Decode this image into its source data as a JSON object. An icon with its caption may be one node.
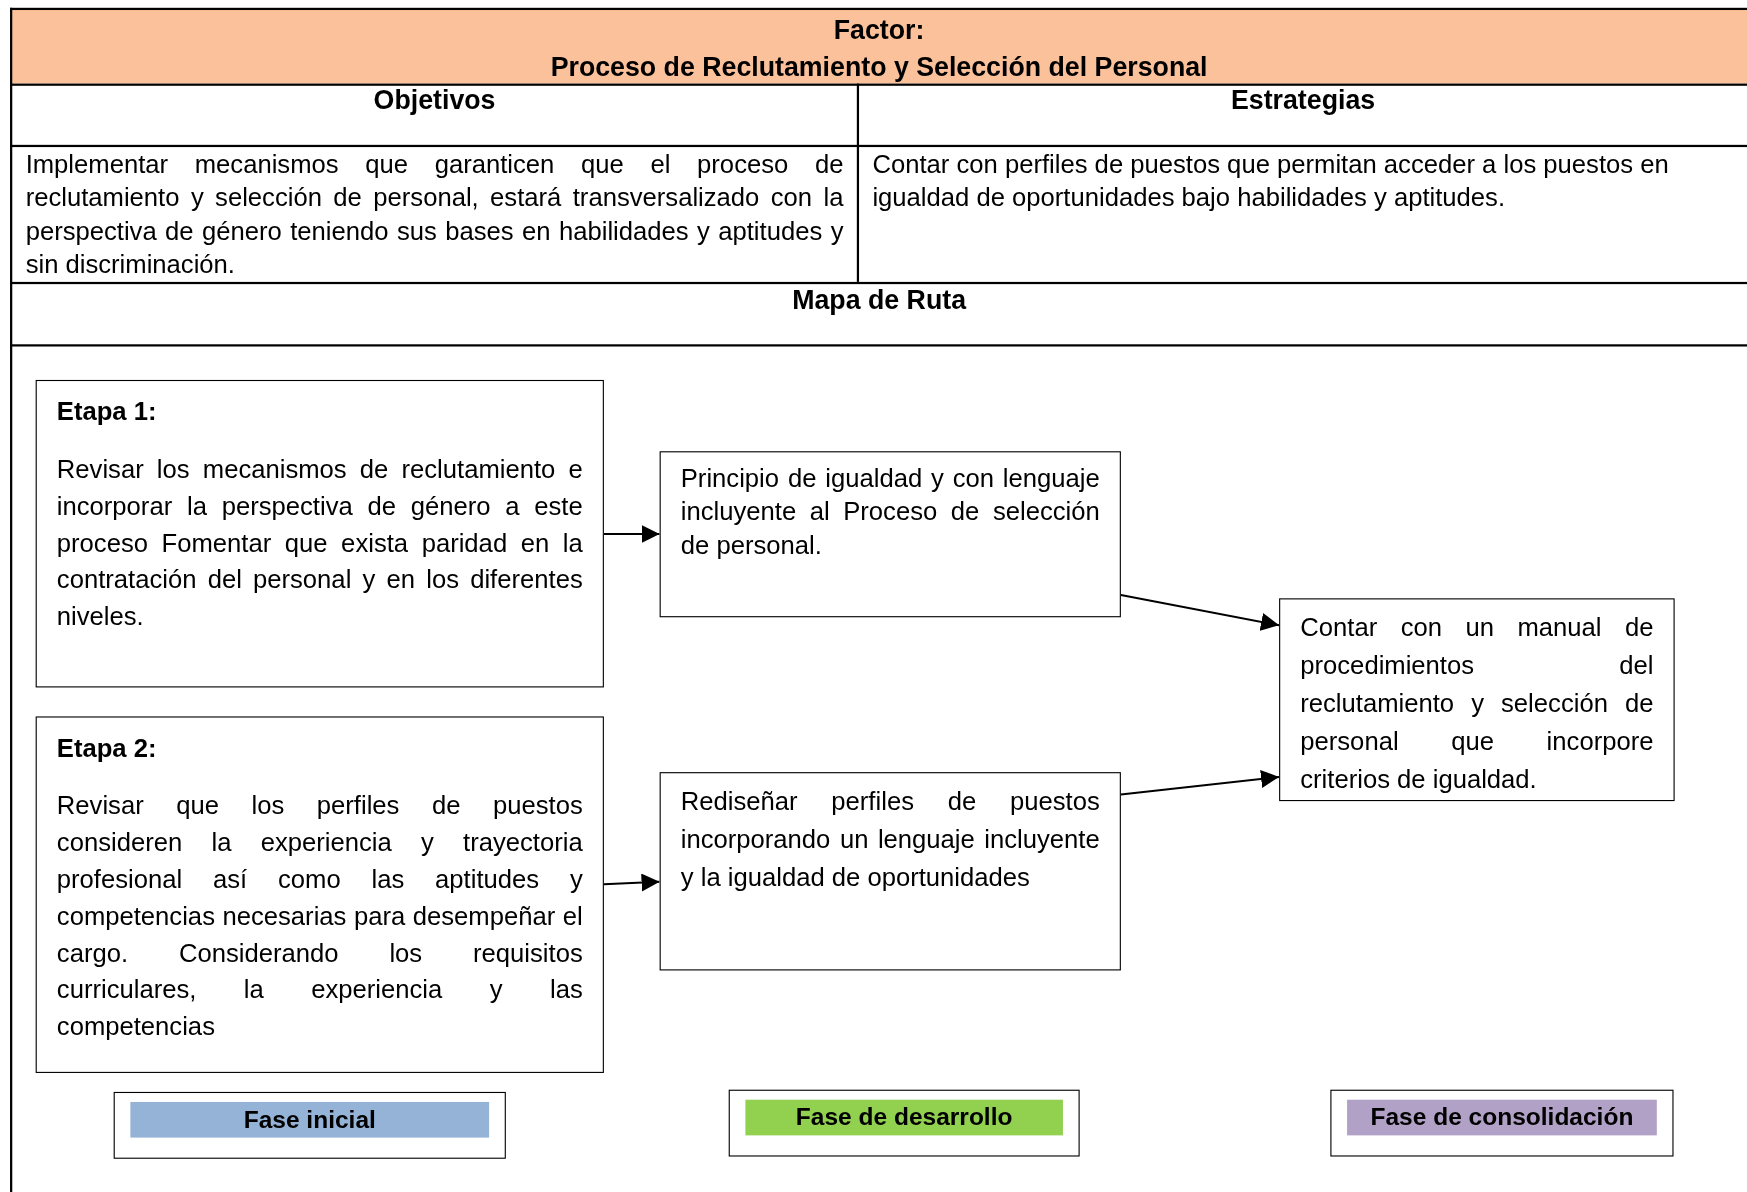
{
  "diagram": {
    "title": "Factor: Proceso de Reclutamiento y Selección del Personal",
    "nodes": [
      {
        "text": [
          "Etapa 1:",
          "Revisar los mecanismos de reclutamiento e incorporar la perspectiva de género a este proceso Fomentar que exista paridad en la contratación del personal  y en los diferentes niveles."
        ]
      },
      {
        "text": [
          "Etapa 2:",
          "Revisar que los perfiles de puestos consideren la experiencia y trayectoria profesional así como las aptitudes y competencias necesarias para desempeñar el cargo. Considerando los requisitos curriculares, la experiencia y las competencias"
        ]
      },
      {
        "text": [
          "Principio de igualdad y con lenguaje incluyente al Proceso de selección de personal."
        ]
      },
      {
        "text": [
          "Rediseñar perfiles de puestos incorporando un lenguaje incluyente y la igualdad de oportunidades"
        ]
      },
      {
        "text": [
          "Contar con un manual de procedimientos del reclutamiento y selección de personal que incorpore criterios de igualdad."
        ]
      }
    ],
    "edges": [
      {
        "from": 0,
        "to": 2,
        "arrow": "to"
      },
      {
        "from": 1,
        "to": 3,
        "arrow": "to"
      },
      {
        "from": 2,
        "to": 4,
        "arrow": "to"
      },
      {
        "from": 3,
        "to": 4,
        "arrow": "to"
      }
    ],
    "labels": [
      "Objetivos",
      "Estrategias",
      "Implementar mecanismos que garanticen que el proceso de reclutamiento y selección de personal, estará transversalizado con la perspectiva de género teniendo sus bases en habilidades y aptitudes y sin discriminación.",
      "Contar con perfiles de puestos que permitan acceder a los puestos en igualdad de oportunidades bajo habilidades y aptitudes.",
      "Mapa de Ruta"
    ],
    "legend": [
      {
        "text": "Fase inicial",
        "color": "#95b3d7"
      },
      {
        "text": "Fase de desarrollo",
        "color": "#92d050"
      },
      {
        "text": "Fase de consolidación",
        "color": "#b2a1c7"
      }
    ]
  }
}
